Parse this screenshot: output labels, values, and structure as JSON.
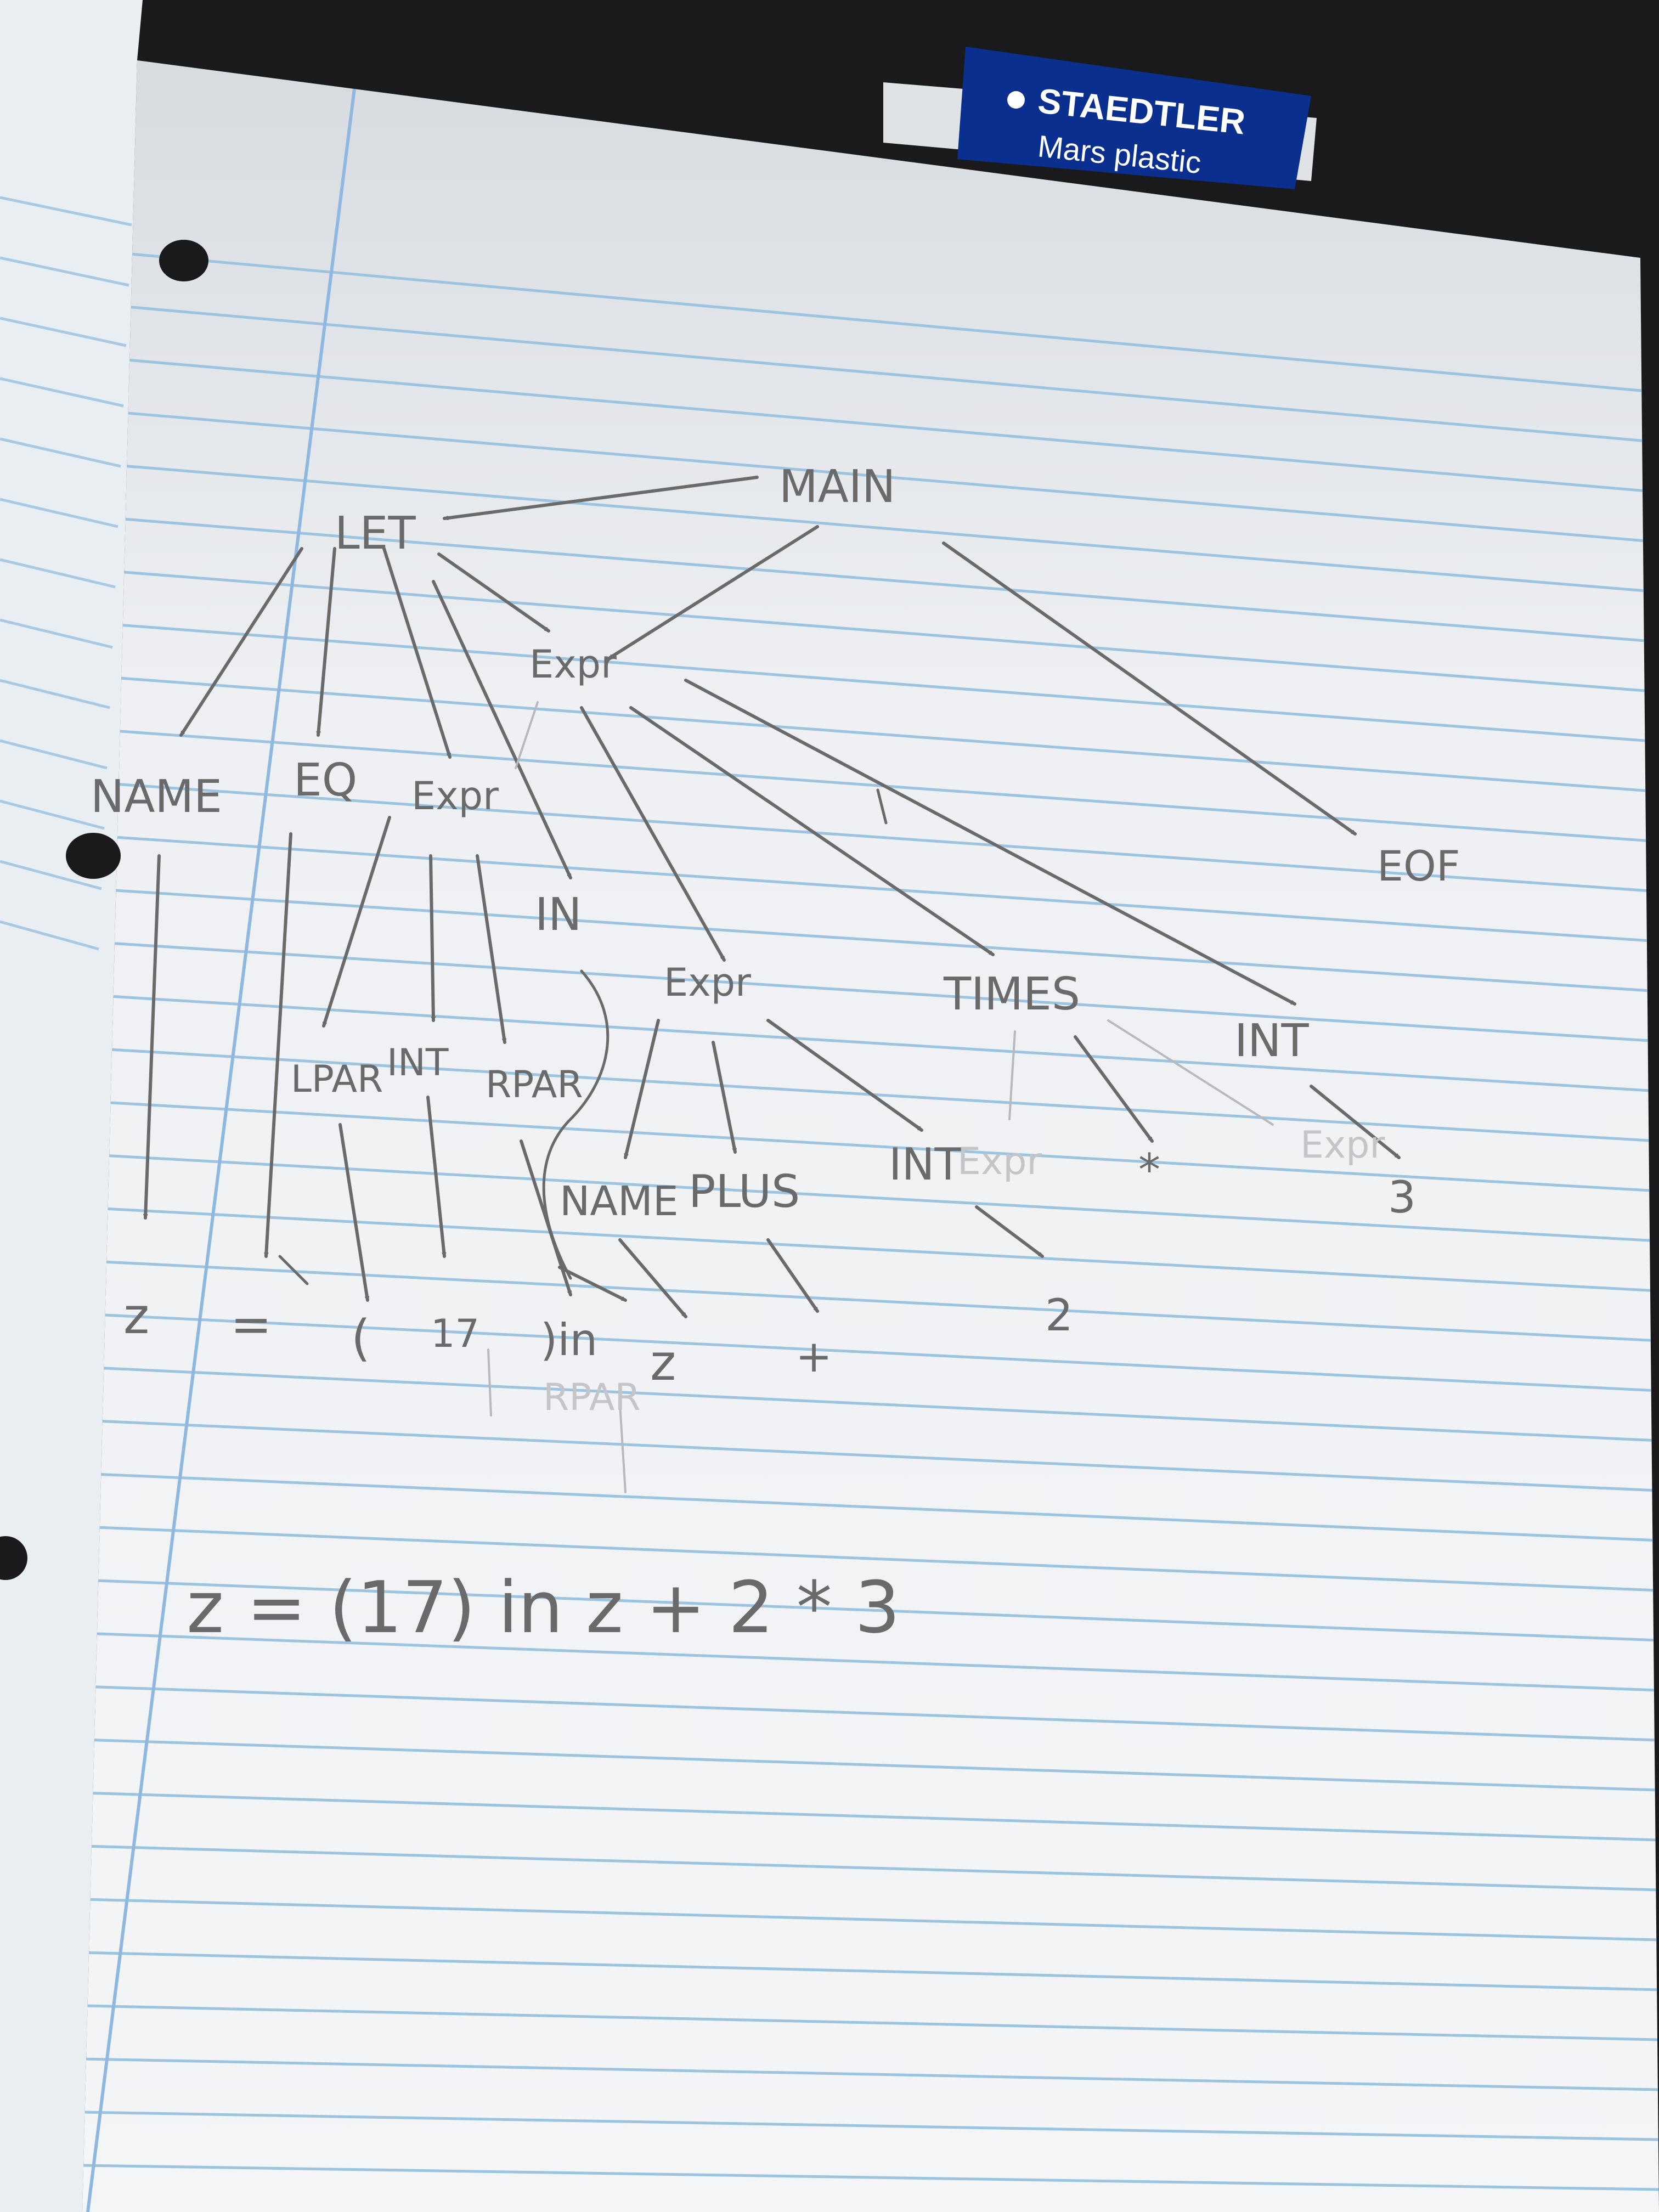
{
  "eraser": {
    "brand": "STAEDTLER",
    "product": "Mars plastic"
  },
  "tree": {
    "nodes": {
      "main": "MAIN",
      "let": "LET",
      "expr_top": "Expr",
      "name": "NAME",
      "eq": "EQ",
      "expr_let": "Expr",
      "in": "IN",
      "expr_mid": "Expr",
      "times": "TIMES",
      "int_right": "INT",
      "eof": "EOF",
      "lpar": "LPAR",
      "int_17": "INT",
      "rpar": "RPAR",
      "name_z": "NAME",
      "plus": "PLUS",
      "int_2": "INT",
      "star": "*",
      "three": "3",
      "two": "2",
      "expr_faint_a": "Expr",
      "expr_faint_b": "Expr",
      "rpar_faint": "RPAR"
    },
    "leaves": {
      "z": "z",
      "equals": "=",
      "lparen": "(",
      "seventeen": "17",
      "rparen_in": ")in",
      "z2": "z",
      "plus_sign": "+"
    }
  },
  "expression": "z = (17) in z + 2 * 3",
  "colors": {
    "background": "#1a1a1c",
    "paper": "#f2f4f6",
    "rule_line": "#9cc3e0",
    "margin_line": "#8fb8e0",
    "pencil": "#6a6a6a",
    "eraser_blue": "#0b2f8f"
  }
}
